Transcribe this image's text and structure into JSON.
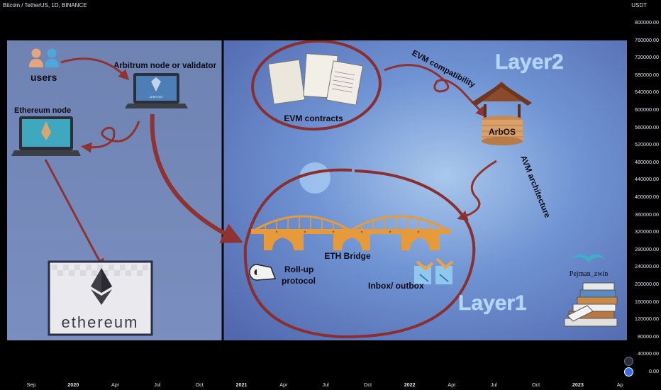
{
  "header": {
    "title": "Bitcoin / TetherUS, 1D, BINANCE",
    "unit": "USDT"
  },
  "y_axis": {
    "ticks": [
      "800000.00",
      "760000.00",
      "720000.00",
      "680000.00",
      "640000.00",
      "600000.00",
      "560000.00",
      "520000.00",
      "480000.00",
      "440000.00",
      "400000.00",
      "360000.00",
      "320000.00",
      "280000.00",
      "240000.00",
      "200000.00",
      "160000.00",
      "120000.00",
      "80000.00",
      "40000.00",
      "0.00"
    ]
  },
  "x_axis": {
    "ticks": [
      {
        "label": "Sep",
        "bold": false
      },
      {
        "label": "2020",
        "bold": true
      },
      {
        "label": "Apr",
        "bold": false
      },
      {
        "label": "Jul",
        "bold": false
      },
      {
        "label": "Oct",
        "bold": false
      },
      {
        "label": "2021",
        "bold": true
      },
      {
        "label": "Apr",
        "bold": false
      },
      {
        "label": "Jul",
        "bold": false
      },
      {
        "label": "Oct",
        "bold": false
      },
      {
        "label": "2022",
        "bold": true
      },
      {
        "label": "Apr",
        "bold": false
      },
      {
        "label": "Jul",
        "bold": false
      },
      {
        "label": "Oct",
        "bold": false
      },
      {
        "label": "2023",
        "bold": true
      },
      {
        "label": "Ap",
        "bold": false
      }
    ]
  },
  "diagram": {
    "users_label": "users",
    "arbitrum_node_label": "Arbitrum node or validator",
    "arbitrum_screen_text": "ARBITRUM",
    "ethereum_node_label": "Ethereum node",
    "ethereum_logo_text": "ethereum",
    "evm_contracts_label": "EVM contracts",
    "evm_compat_label": "EVM compatibility",
    "layer2_label": "Layer2",
    "arbos_label": "ArbOS",
    "avm_label": "AVM architecture",
    "bridge_label": "ETH Bridge",
    "rollup_label": "Roll-up protocol",
    "rollup_line1": "Roll-up",
    "rollup_line2": "protocol",
    "inbox_label": "Inbox/ outbox",
    "layer1_label": "Layer1",
    "author_label": "Pejman_zwin"
  },
  "colors": {
    "arrow": "#8e3232",
    "circle": "#8a2f2f",
    "left_panel": "#7088b8",
    "right_panel": "#6a8ed0",
    "bridge": "#e69a3a",
    "glow_text": "#b9d3f2"
  }
}
